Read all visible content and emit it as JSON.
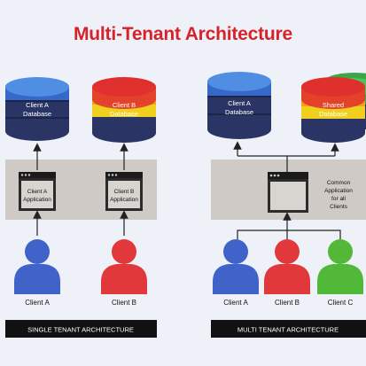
{
  "title": "Multi-Tenant Architecture",
  "single": {
    "db_a": [
      "Client A",
      "Database"
    ],
    "db_b": [
      "Client B",
      "Database"
    ],
    "app_a": [
      "Client A",
      "Application"
    ],
    "app_b": [
      "Client B",
      "Application"
    ],
    "client_a": "Client A",
    "client_b": "Client B",
    "footer": "SINGLE TENANT ARCHITECTURE"
  },
  "multi": {
    "db_a": [
      "Client A",
      "Database"
    ],
    "db_shared": [
      "Shared",
      "Database"
    ],
    "app_common": [
      "Common",
      "Application",
      "for all",
      "Clients"
    ],
    "client_a": "Client A",
    "client_b": "Client B",
    "client_c": "Client C",
    "footer": "MULTI TENANT ARCHITECTURE"
  },
  "colors": {
    "title": "#d8222a",
    "blue_person": "#3f63c8",
    "red_person": "#e0383b",
    "green_person": "#52b837",
    "panel": "#cfcac6",
    "footer_bg": "#111111"
  },
  "icons": [
    "database-icon",
    "application-window-icon",
    "person-icon",
    "arrow-icon"
  ]
}
